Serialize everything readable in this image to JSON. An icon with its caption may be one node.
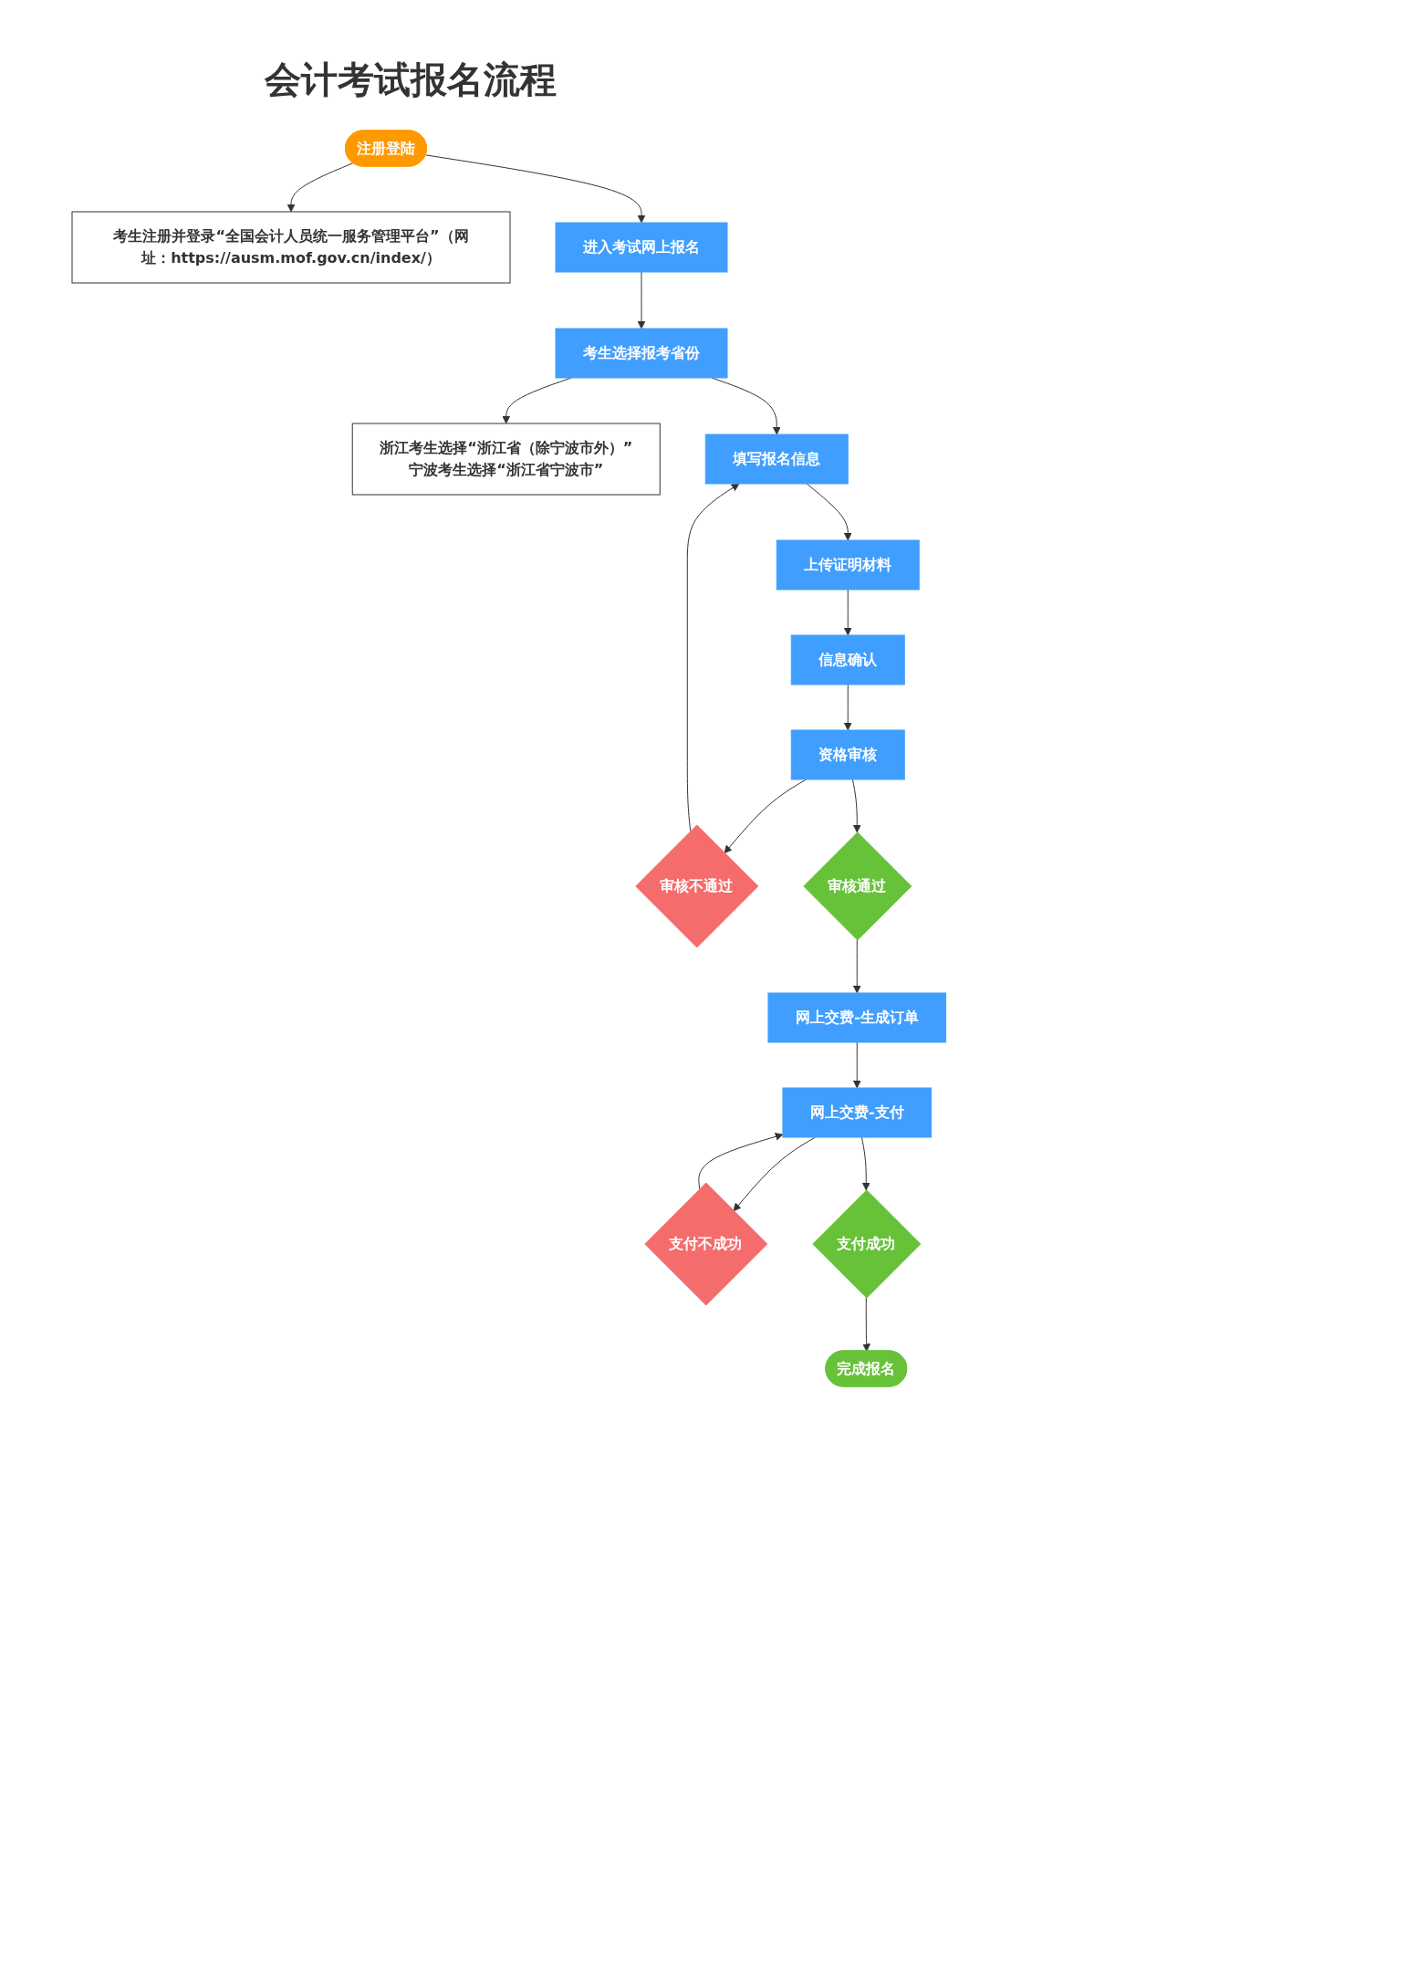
{
  "diagram": {
    "title": "会计考试报名流程",
    "nodes": [
      {
        "text": [
          "注册登陆"
        ]
      },
      {
        "text": [
          "考生注册并登录“全国会计人员统一服务管理平台”（网址：https://ausm.mof.gov.cn/index/）"
        ]
      },
      {
        "text": [
          "进入考试网上报名"
        ]
      },
      {
        "text": [
          "考生选择报考省份"
        ]
      },
      {
        "text": [
          "浙江考生选择“浙江省（除宁波市外）”",
          "宁波考生选择“浙江省宁波市”"
        ]
      },
      {
        "text": [
          "填写报名信息"
        ]
      },
      {
        "text": [
          "上传证明材料"
        ]
      },
      {
        "text": [
          "信息确认"
        ]
      },
      {
        "text": [
          "资格审核"
        ]
      },
      {
        "text": [
          "审核不通过"
        ]
      },
      {
        "text": [
          "审核通过"
        ]
      },
      {
        "text": [
          "网上交费-生成订单"
        ]
      },
      {
        "text": [
          "网上交费-支付"
        ]
      },
      {
        "text": [
          "支付不成功"
        ]
      },
      {
        "text": [
          "支付成功"
        ]
      },
      {
        "text": [
          "完成报名"
        ]
      }
    ],
    "edges": [
      {
        "from": 0,
        "to": 1,
        "arrow": "to"
      },
      {
        "from": 0,
        "to": 2,
        "arrow": "to"
      },
      {
        "from": 2,
        "to": 3,
        "arrow": "to"
      },
      {
        "from": 3,
        "to": 4,
        "arrow": "to"
      },
      {
        "from": 3,
        "to": 5,
        "arrow": "to"
      },
      {
        "from": 5,
        "to": 6,
        "arrow": "to"
      },
      {
        "from": 6,
        "to": 7,
        "arrow": "to"
      },
      {
        "from": 7,
        "to": 8,
        "arrow": "to"
      },
      {
        "from": 8,
        "to": 9,
        "arrow": "to"
      },
      {
        "from": 8,
        "to": 10,
        "arrow": "to"
      },
      {
        "from": 9,
        "to": 5,
        "arrow": "to"
      },
      {
        "from": 10,
        "to": 11,
        "arrow": "to"
      },
      {
        "from": 11,
        "to": 12,
        "arrow": "to"
      },
      {
        "from": 12,
        "to": 13,
        "arrow": "to"
      },
      {
        "from": 12,
        "to": 14,
        "arrow": "to"
      },
      {
        "from": 13,
        "to": 12,
        "arrow": "to"
      },
      {
        "from": 14,
        "to": 15,
        "arrow": "to"
      }
    ]
  }
}
